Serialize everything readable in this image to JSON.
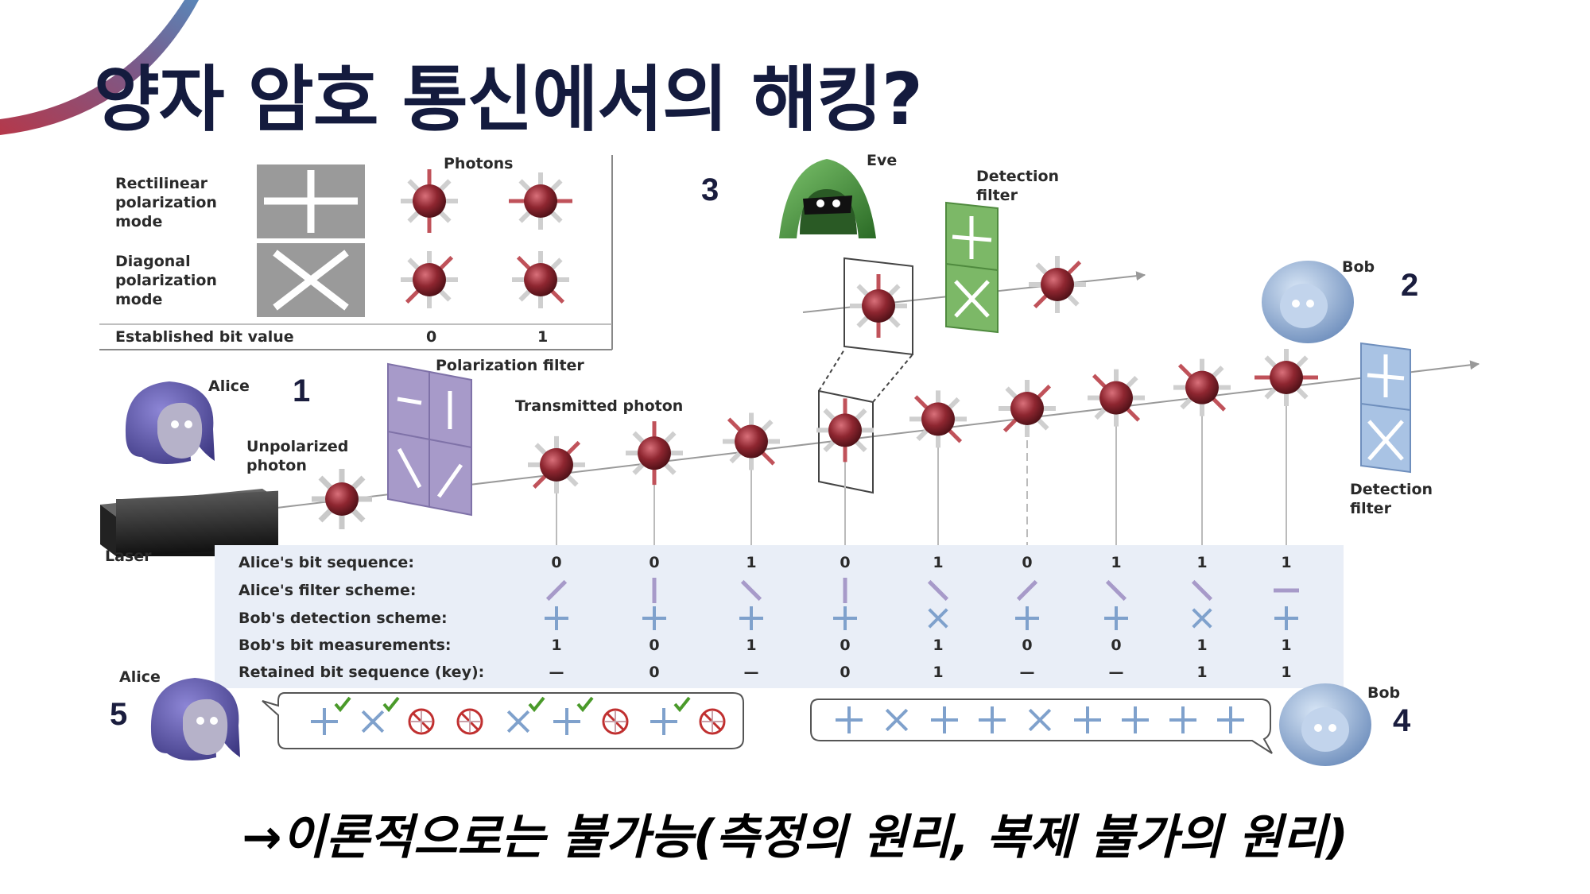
{
  "slide": {
    "title": "양자 암호 통신에서의 해킹?",
    "conclusion": "→이론적으로는 불가능(측정의 원리, 복제 불가의 원리)"
  },
  "legend": {
    "photons_header": "Photons",
    "rectilinear_label": [
      "Rectilinear",
      "polarization",
      "mode"
    ],
    "diagonal_label": [
      "Diagonal",
      "polarization",
      "mode"
    ],
    "established_label": "Established bit value",
    "bit_zero": "0",
    "bit_one": "1"
  },
  "labels": {
    "alice": "Alice",
    "bob": "Bob",
    "eve": "Eve",
    "laser": "Laser",
    "unpolarized_photon": [
      "Unpolarized",
      "photon"
    ],
    "polarization_filter": "Polarization filter",
    "transmitted_photon": "Transmitted photon",
    "detection_filter": [
      "Detection",
      "filter"
    ]
  },
  "steps": {
    "one": "1",
    "two": "2",
    "three": "3",
    "four": "4",
    "five": "5"
  },
  "table": {
    "rows": [
      "Alice's bit sequence:",
      "Alice's filter scheme:",
      "Bob's detection scheme:",
      "Bob's bit measurements:",
      "Retained bit sequence (key):"
    ],
    "alice_bits": [
      "0",
      "0",
      "1",
      "0",
      "1",
      "0",
      "1",
      "1",
      "1"
    ],
    "alice_filters": [
      "diag-up",
      "vertical",
      "diag-down",
      "vertical",
      "diag-down",
      "diag-up",
      "diag-down",
      "diag-down",
      "horizontal"
    ],
    "bob_schemes": [
      "rectilinear",
      "rectilinear",
      "rectilinear",
      "rectilinear",
      "diagonal",
      "rectilinear",
      "rectilinear",
      "diagonal",
      "rectilinear"
    ],
    "bob_bits": [
      "1",
      "0",
      "1",
      "0",
      "1",
      "0",
      "0",
      "1",
      "1"
    ],
    "key": [
      "—",
      "0",
      "—",
      "0",
      "1",
      "—",
      "—",
      "1",
      "1"
    ]
  },
  "bob_bubble": [
    "rectilinear",
    "diagonal",
    "rectilinear",
    "rectilinear",
    "diagonal",
    "rectilinear",
    "rectilinear",
    "rectilinear",
    "rectilinear"
  ],
  "alice_bubble": [
    {
      "symbol": "rectilinear",
      "status": "check"
    },
    {
      "symbol": "diagonal",
      "status": "check"
    },
    {
      "symbol": "rejected",
      "status": "none"
    },
    {
      "symbol": "rejected",
      "status": "none"
    },
    {
      "symbol": "diagonal",
      "status": "check"
    },
    {
      "symbol": "rectilinear",
      "status": "check"
    },
    {
      "symbol": "rejected",
      "status": "none"
    },
    {
      "symbol": "rectilinear",
      "status": "check"
    },
    {
      "symbol": "rejected",
      "status": "none"
    }
  ],
  "colors": {
    "title": "#141b3e",
    "photon": "#8e2630",
    "alice_hair": "#5b57a8",
    "bob_head": "#9db8dc",
    "eve_hood": "#3f8a3a",
    "table_bg": "#e9eef7",
    "scheme_blue": "#7fa1cc",
    "filter_purple": "#a79ac9",
    "filter_green": "#7cb867",
    "filter_blue": "#a9c3e4",
    "check_green": "#4a9a2a",
    "reject_red": "#c03030"
  }
}
